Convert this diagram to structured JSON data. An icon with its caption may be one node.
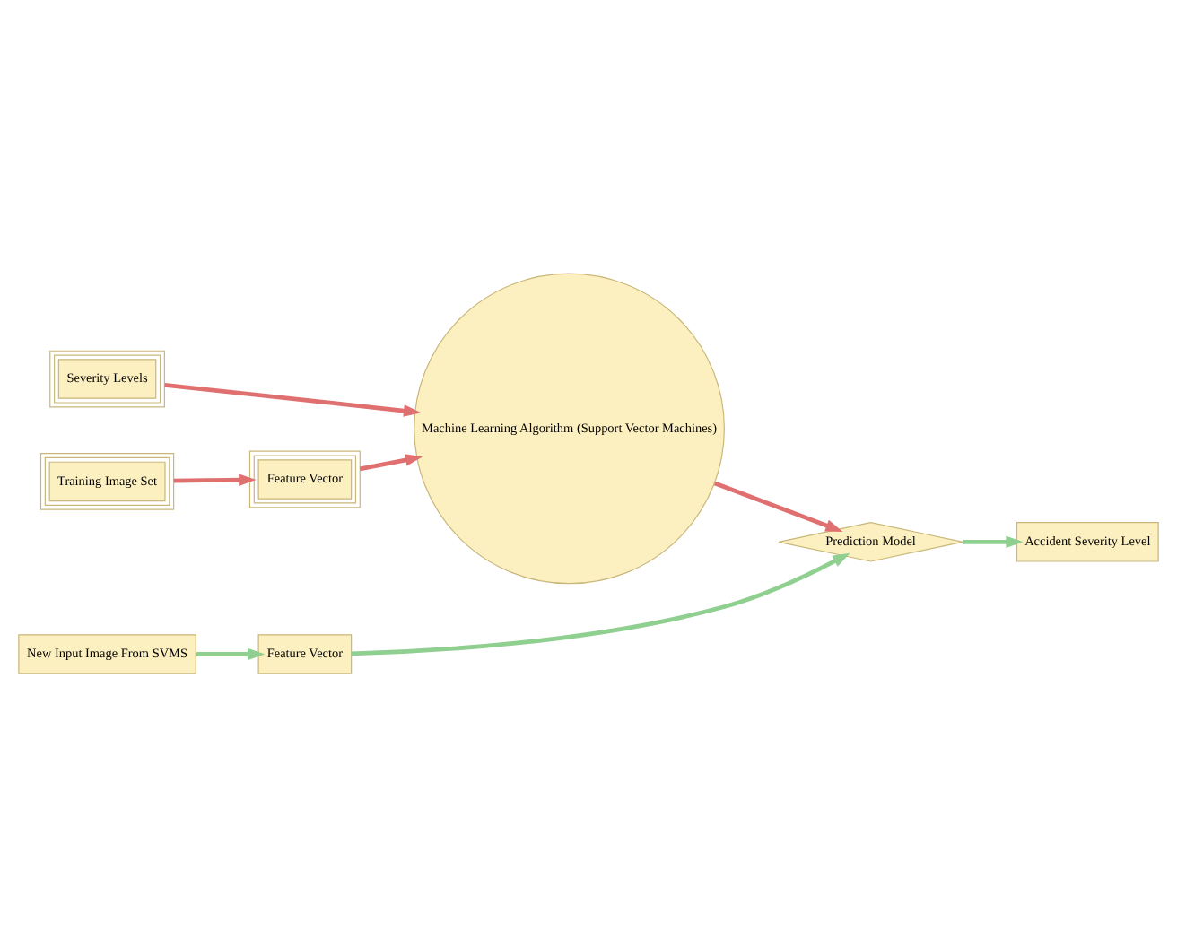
{
  "diagram": {
    "nodes": [
      {
        "text": [
          "Training Image Set"
        ]
      },
      {
        "text": [
          "Feature Vector"
        ]
      },
      {
        "text": [
          "Machine Learning Algorithm (Support Vector Machines)"
        ]
      },
      {
        "text": [
          "Severity Levels"
        ]
      },
      {
        "text": [
          "New Input Image From SVMS"
        ]
      },
      {
        "text": [
          "Feature Vector"
        ]
      },
      {
        "text": [
          "Prediction Model"
        ]
      },
      {
        "text": [
          "Accident Severity Level"
        ]
      }
    ],
    "edges": [
      {
        "from": 0,
        "to": 1,
        "arrow": "to"
      },
      {
        "from": 1,
        "to": 2,
        "arrow": "to"
      },
      {
        "from": 3,
        "to": 2,
        "arrow": "to"
      },
      {
        "from": 2,
        "to": 6,
        "arrow": "to"
      },
      {
        "from": 4,
        "to": 5,
        "arrow": "to",
        "color": "#8fcf8f"
      },
      {
        "from": 5,
        "to": 6,
        "arrow": "to",
        "color": "#8fcf8f"
      },
      {
        "from": 6,
        "to": 7,
        "arrow": "to",
        "color": "#8fcf8f"
      }
    ]
  }
}
